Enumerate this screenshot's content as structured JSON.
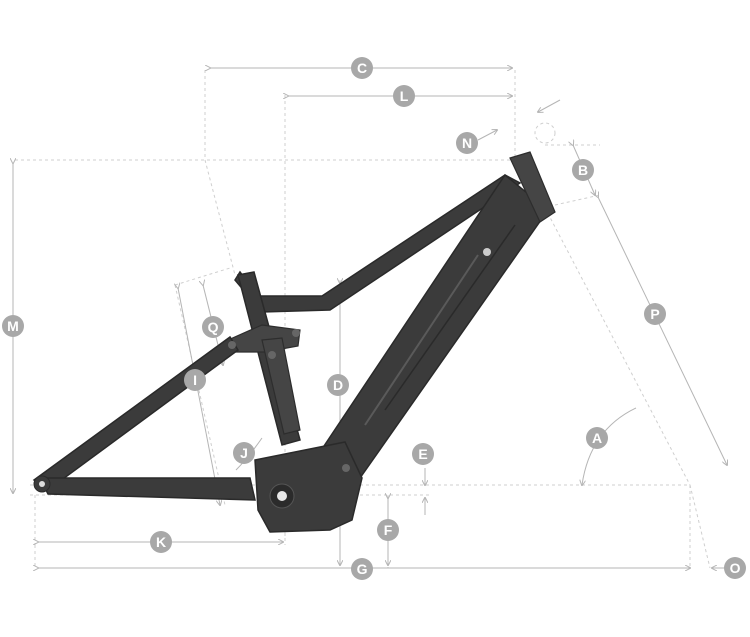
{
  "labels": {
    "A": "A",
    "B": "B",
    "C": "C",
    "D": "D",
    "E": "E",
    "F": "F",
    "G": "G",
    "I": "I",
    "J": "J",
    "K": "K",
    "L": "L",
    "M": "M",
    "N": "N",
    "O": "O",
    "P": "P",
    "Q": "Q"
  },
  "colors": {
    "frame": "#3b3b3b",
    "badge": "#a8a8a8",
    "dimension_line": "#b5b5b5"
  }
}
